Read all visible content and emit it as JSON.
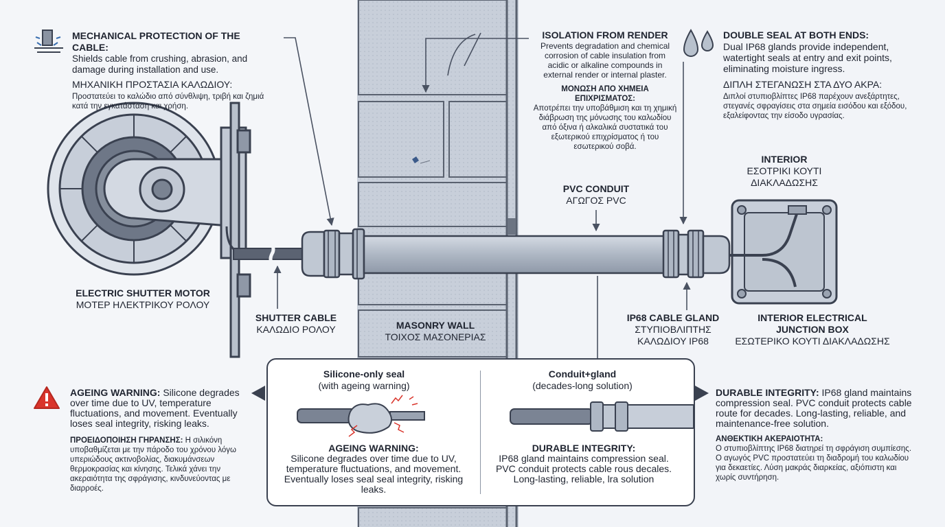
{
  "mechanical": {
    "title": "MECHANICAL PROTECTION OF THE CABLE:",
    "text_en": "Shields cable from crushing, abrasion, and damage during installation and use.",
    "title_gr": "ΜΗΧΑΝΙΚΗ ΠΡΟΣΤΑΣΙΑ ΚΑΛΩΔΙΟΥ:",
    "text_gr": "Προστατεύει το καλώδιο από σύνθλιψη, τριβή και ζημιά κατά την εγκατάσταση και χρήση."
  },
  "isolation": {
    "title": "ISOLATION FROM RENDER",
    "text_en": "Prevents degradation and chemical corrosion of cable insulation from acidic or alkaline compounds in external render or internal plaster.",
    "title_gr": "ΜΟΝΩΣΗ ΑΠΟ ΧΗΜΕΙΑ ΕΠΙΧΡΙΣΜΑΤΟΣ:",
    "text_gr": "Αποτρέπει την υποβάθμιση και τη χημική διάβρωση της μόνωσης του καλωδίου από όξινα ή αλκαλικά συστατικά του εξωτερικού επιχρίσματος ή του εσωτερικού σοβά."
  },
  "double_seal": {
    "title": "DOUBLE SEAL AT BOTH ENDS:",
    "text_en": "Dual IP68 glands provide independent, watertight seals at entry and exit points, eliminating moisture ingress.",
    "title_gr": "ΔΙΠΛΗ ΣΤΕΓΑΝΩΣΗ ΣΤΑ ΔΥΟ ΑΚΡΑ:",
    "text_gr": "Διπλοί στυπιοβλίπτες IP68 παρέχουν ανεξάρτητες, στεγανές σφραγίσεις στα σημεία εισόδου και εξόδου, εξαλείφοντας την είσοδο υγρασίας."
  },
  "labels": {
    "interior_en": "INTERIOR",
    "interior_gr": "ΕΣΟΤΡΙΚΙ ΚΟΥΤΙ ΔΙΑΚΛΑΔΩΣΗΣ",
    "pvc_en": "PVC CONDUIT",
    "pvc_gr": "ΑΓΩΓΟΣ PVC",
    "motor_en": "ELECTRIC SHUTTER MOTOR",
    "motor_gr": "ΜΟΤΕΡ ΗΛΕΚΤΡΙΚΟΥ ΡΟΛΟΥ",
    "cable_en": "SHUTTER CABLE",
    "cable_gr": "ΚΑΛΩΔΙΟ ΡΟΛΟΥ",
    "wall_en": "MASONRY WALL",
    "wall_gr": "ΤΟΙΧΟΣ ΜΑΣΟΝΕΡΙΑΣ",
    "gland_en": "IP68 CABLE GLAND",
    "gland_gr1": "ΣΤΥΠΙΟΒΛΙΠΤΗΣ",
    "gland_gr2": "ΚΑΛΩΔΙΟΥ IP68",
    "box_en1": "INTERIOR ELECTRICAL",
    "box_en2": "JUNCTION BOX",
    "box_gr": "ΕΣΩΤΕΡΙΚΟ ΚΟΥΤΙ ΔΙΑΚΛΑΔΩΣΗΣ"
  },
  "ageing": {
    "title": "AGEING WARNING:",
    "text_en": "Silicone degrades over time due to UV, temperature fluctuations, and movement. Eventually loses seal integrity, risking leaks.",
    "title_gr": "ΠΡΟΕΙΔΟΠΟΙΗΣΗ ΓΗΡΑΝΣΗΣ:",
    "text_gr": "Η σιλικόνη υποβαθμίζεται με την πάροδο του χρόνου λόγω υπεριώδους ακτινοβολίας, διακυμάνσεων θερμοκρασίας και κίνησης. Τελικά χάνει την ακεραιότητα της σφράγισης, κινδυνεύοντας με διαρροές."
  },
  "durable": {
    "title": "DURABLE INTEGRITY:",
    "text_en": "IP68 gland maintains compression seal. PVC conduit protects cable route for decades. Long-lasting, reliable, and maintenance-free solution.",
    "title_gr": "ΑΝΘΕΚΤΙΚΗ ΑΚΕΡΑΙΟΤΗΤΑ:",
    "text_gr": "Ο στυπιοβλίπτης IP68 διατηρεί τη σφράγιση συμπίεσης. Ο αγωγός PVC προστατεύει τη διαδρομή του καλωδίου για δεκαετίες. Λύση μακράς διαρκείας, αξιόπιστη και χωρίς συντήρηση."
  },
  "panel": {
    "left_title": "Silicone-only seal",
    "left_sub": "(with ageing warning)",
    "left_warn_title": "AGEING WARNING:",
    "left_warn_text": "Silicone degrades over time due to UV, temperature fluctuations, and movement. Eventually loses seal seal integrity, risking leaks.",
    "right_title": "Conduit+gland",
    "right_sub": "(decades-long solution)",
    "right_dur_title": "DURABLE INTEGRITY:",
    "right_dur_text": "IP68 gland maintains compression seal. PVC conduit protects cable rous decales. Long-lasting, reliable, lra solution"
  },
  "icons": {
    "mechanical": "impact-block-icon",
    "double_seal": "water-drops-icon",
    "warning": "warning-triangle-icon"
  },
  "colors": {
    "warning_red": "#d9342b",
    "outline": "#3a4150",
    "metal": "#a9b2c0",
    "wall": "#c7ced9"
  }
}
